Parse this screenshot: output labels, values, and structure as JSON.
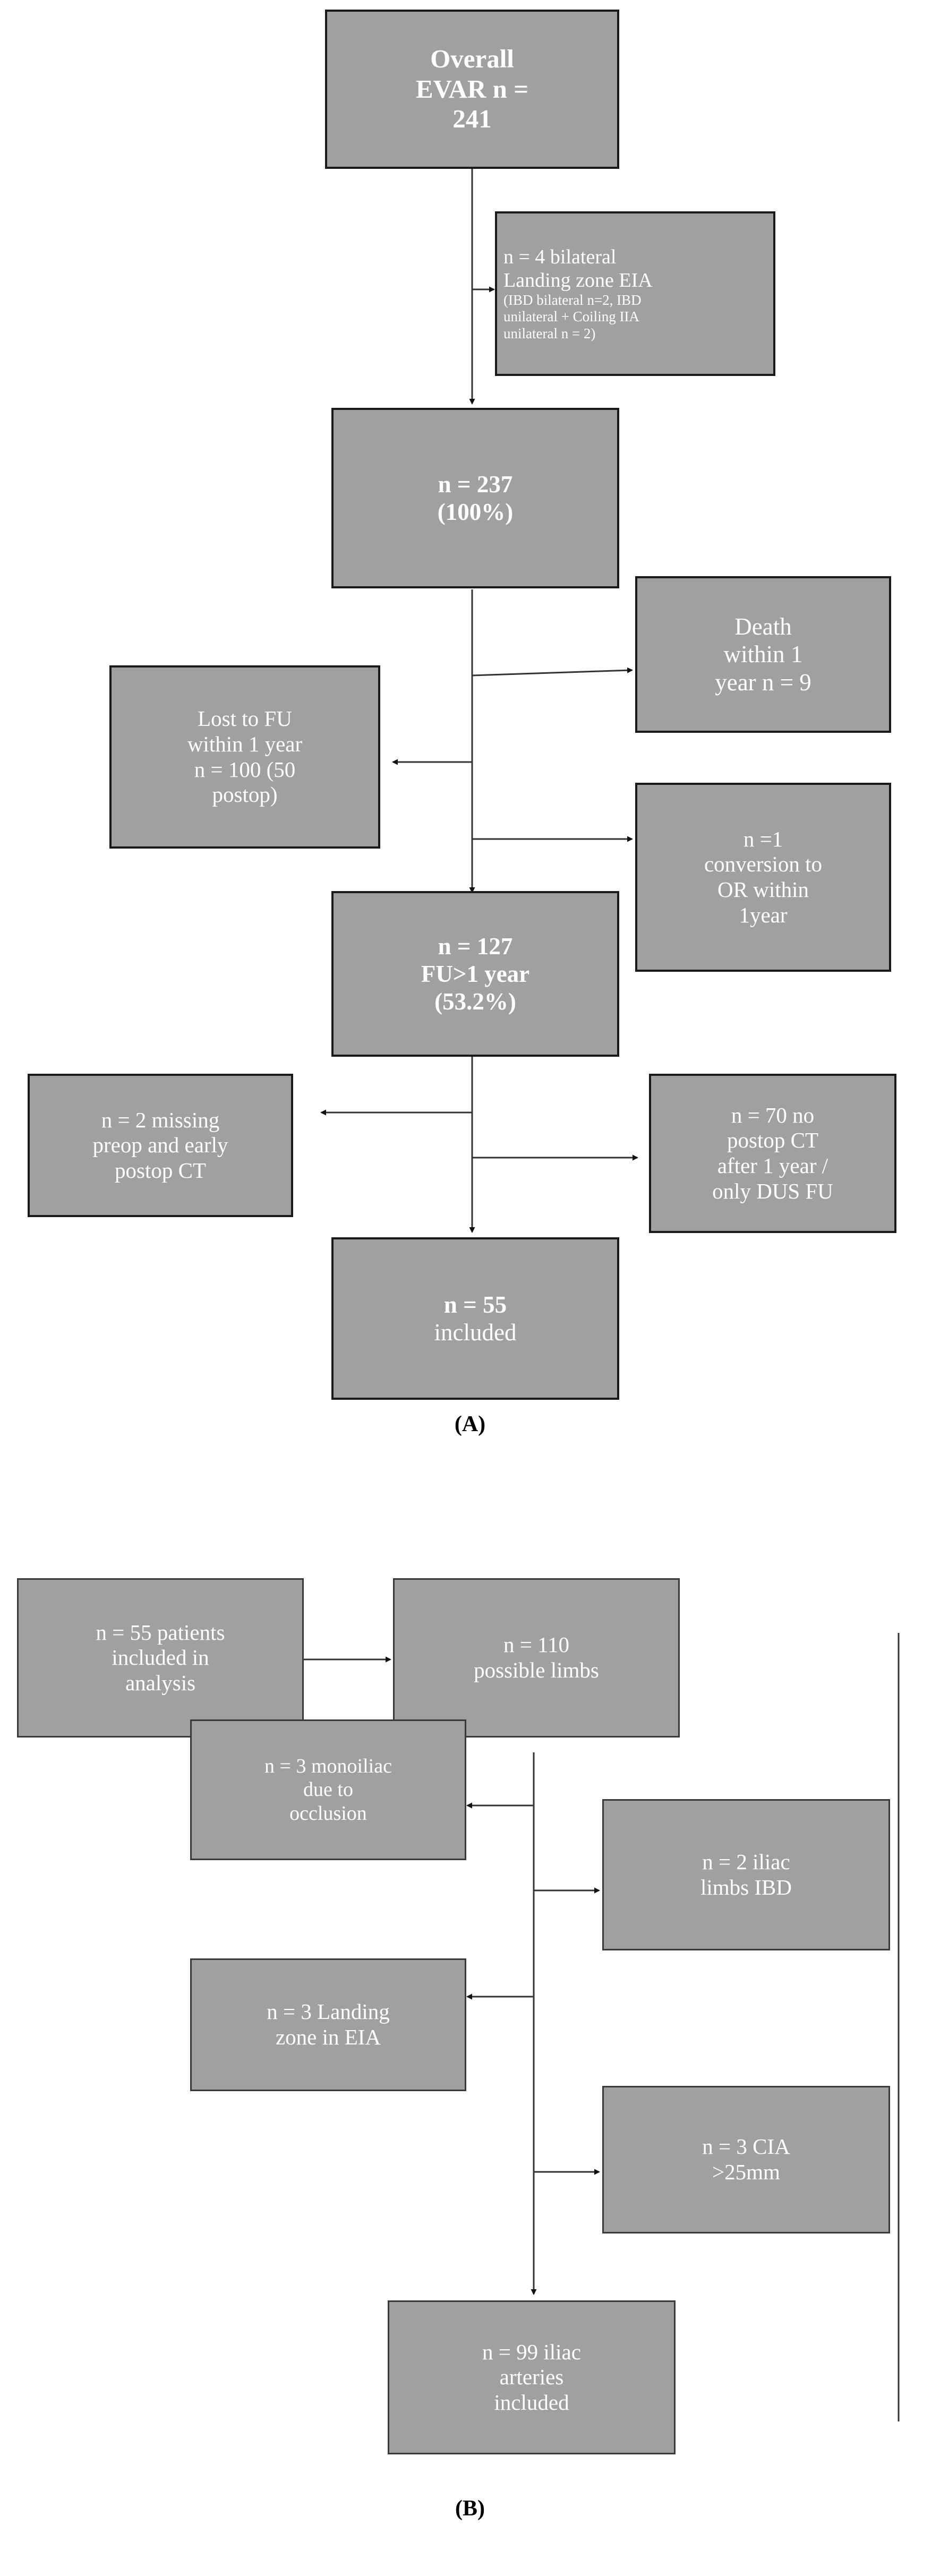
{
  "figure": {
    "type": "flowchart",
    "panels": [
      {
        "id": "A",
        "caption": "(A)",
        "nodes": [
          {
            "id": "overall-evar",
            "lines": [
              "Overall",
              "EVAR n =",
              "241"
            ],
            "bold": true
          },
          {
            "id": "bilateral-eia",
            "lines": [
              "n = 4 bilateral",
              "Landing zone EIA",
              "(IBD bilateral n=2, IBD",
              "unilateral + Coiling IIA",
              "unilateral n = 2)"
            ],
            "bold": false
          },
          {
            "id": "n-237",
            "lines": [
              "n = 237",
              "(100%)"
            ],
            "bold": true
          },
          {
            "id": "death-1yr",
            "lines": [
              "Death",
              "within 1",
              "year n = 9"
            ],
            "bold": false
          },
          {
            "id": "lost-to-fu",
            "lines": [
              "Lost to FU",
              "within 1 year",
              "n = 100 (50",
              "postop)"
            ],
            "bold": false
          },
          {
            "id": "conversion-or",
            "lines": [
              "n =1",
              "conversion to",
              "OR within",
              "1year"
            ],
            "bold": false
          },
          {
            "id": "n-127",
            "lines": [
              "n = 127",
              "FU>1 year",
              "(53.2%)"
            ],
            "bold": true
          },
          {
            "id": "missing-preop-ct",
            "lines": [
              "n = 2 missing",
              "preop and early",
              "postop CT"
            ],
            "bold": false
          },
          {
            "id": "no-postop-ct",
            "lines": [
              "n = 70 no",
              "postop CT",
              "after 1 year /",
              "only DUS FU"
            ],
            "bold": false
          },
          {
            "id": "n-55-included",
            "lines": [
              "n = 55",
              "included"
            ],
            "bold": true
          }
        ]
      },
      {
        "id": "B",
        "caption": "(B)",
        "nodes": [
          {
            "id": "patients-included",
            "lines": [
              "n = 55 patients",
              "included in",
              "analysis"
            ],
            "bold": false
          },
          {
            "id": "possible-limbs",
            "lines": [
              "n = 110",
              "possible limbs"
            ],
            "bold": false
          },
          {
            "id": "monoiliac-occlusion",
            "lines": [
              "n = 3 monoiliac",
              "due to",
              "occlusion"
            ],
            "bold": false
          },
          {
            "id": "iliac-limbs-ibd",
            "lines": [
              "n = 2 iliac",
              "limbs IBD"
            ],
            "bold": false
          },
          {
            "id": "landing-zone-eia",
            "lines": [
              "n = 3 Landing",
              "zone in EIA"
            ],
            "bold": false
          },
          {
            "id": "cia-25mm",
            "lines": [
              "n = 3 CIA",
              ">25mm"
            ],
            "bold": false
          },
          {
            "id": "iliac-arteries-included",
            "lines": [
              "n =  99 iliac",
              "arteries",
              "included"
            ],
            "bold": false
          }
        ]
      }
    ],
    "colors": {
      "node_fill": "#a0a0a0",
      "node_border": "#1a1a1a",
      "node_text": "#ffffff",
      "connector": "#333333",
      "background": "#ffffff"
    }
  }
}
